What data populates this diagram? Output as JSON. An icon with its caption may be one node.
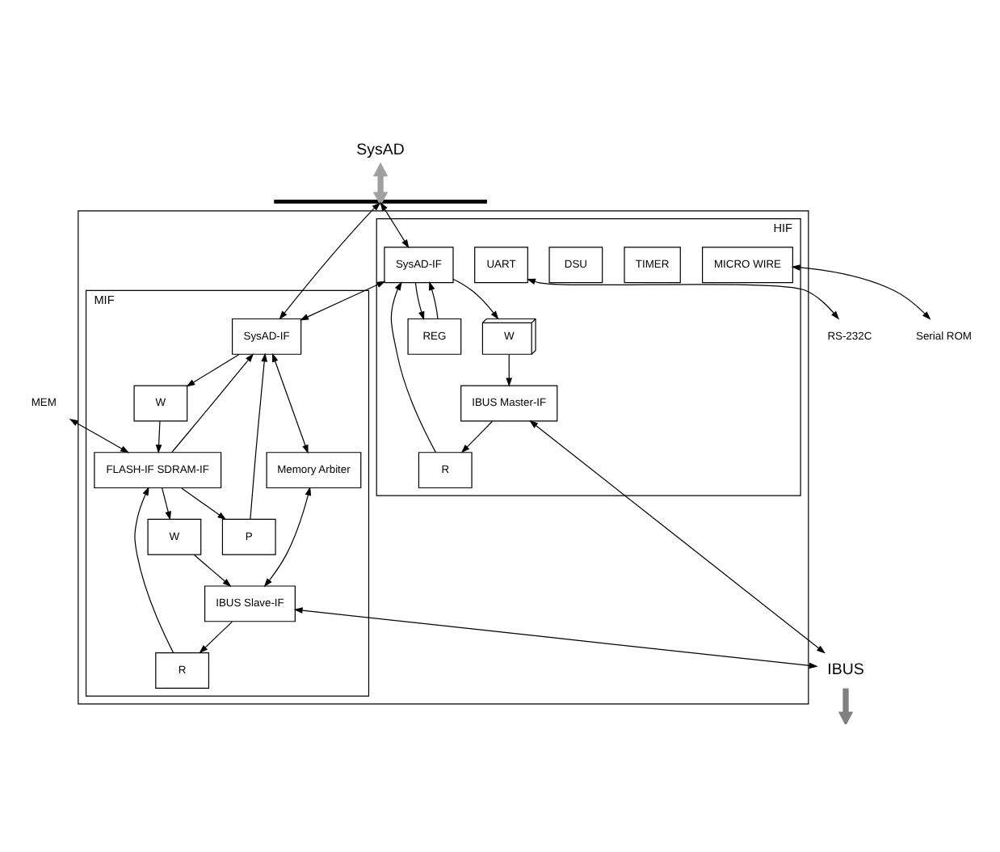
{
  "diagram": {
    "nodes": [
      {
        "text": [
          "SysAD"
        ]
      },
      {
        "text": [],
        "shape": "bar"
      },
      {
        "text": [],
        "shape": "box"
      },
      {
        "text": [
          "MIF"
        ],
        "in": 2
      },
      {
        "text": [
          "SysAD-IF"
        ],
        "in": 3
      },
      {
        "text": [
          "P"
        ],
        "in": 3
      },
      {
        "text": [
          "W"
        ],
        "in": 3
      },
      {
        "text": [
          "FLASH-IF SDRAM-IF"
        ],
        "in": 3
      },
      {
        "text": [
          "Memory Arbiter"
        ],
        "in": 3
      },
      {
        "text": [
          "R"
        ],
        "in": 3
      },
      {
        "text": [
          "W"
        ],
        "in": 3
      },
      {
        "text": [
          "IBUS Slave-IF"
        ],
        "in": 3
      },
      {
        "text": [
          "HIF"
        ],
        "in": 2
      },
      {
        "text": [
          "SysAD-IF"
        ],
        "in": 12
      },
      {
        "text": [
          "W"
        ],
        "in": 12
      },
      {
        "text": [
          "REG"
        ],
        "in": 12
      },
      {
        "text": [
          "TIMER"
        ],
        "in": 12
      },
      {
        "text": [
          "DSU"
        ],
        "in": 12
      },
      {
        "text": [
          "UART"
        ],
        "in": 12
      },
      {
        "text": [
          "MICRO WIRE"
        ],
        "in": 12
      },
      {
        "text": [
          "R"
        ],
        "in": 12
      },
      {
        "text": [
          "IBUS Master-IF"
        ],
        "in": 12
      },
      {
        "text": [
          "MEM"
        ]
      },
      {
        "text": [
          "RS-232C"
        ]
      },
      {
        "text": [
          "Serial ROM"
        ]
      },
      {
        "text": [
          "IBUS"
        ]
      }
    ],
    "edges": [
      {
        "from": 0,
        "to": 1,
        "arrow": "both",
        "style": "thick",
        "color": "#a0a0a0"
      },
      {
        "from": 1,
        "to": 4,
        "arrow": "both"
      },
      {
        "from": 1,
        "to": 13,
        "arrow": "both"
      },
      {
        "from": 13,
        "to": 4,
        "arrow": "both"
      },
      {
        "from": 7,
        "to": 5,
        "arrow": "to"
      },
      {
        "from": 5,
        "to": 4,
        "arrow": "to"
      },
      {
        "from": 7,
        "to": 4,
        "arrow": "to"
      },
      {
        "from": 4,
        "to": 6,
        "arrow": "to"
      },
      {
        "from": 6,
        "to": 7,
        "arrow": "to"
      },
      {
        "from": 4,
        "to": 8,
        "arrow": "both"
      },
      {
        "from": 22,
        "to": 7,
        "arrow": "both"
      },
      {
        "from": 9,
        "to": 7,
        "arrow": "to"
      },
      {
        "from": 11,
        "to": 9,
        "arrow": "to"
      },
      {
        "from": 7,
        "to": 10,
        "arrow": "to"
      },
      {
        "from": 10,
        "to": 11,
        "arrow": "to"
      },
      {
        "from": 8,
        "to": 11,
        "arrow": "both"
      },
      {
        "from": 11,
        "to": 25,
        "arrow": "both"
      },
      {
        "from": 13,
        "to": 14,
        "arrow": "to"
      },
      {
        "from": 13,
        "to": 15,
        "arrow": "to"
      },
      {
        "from": 14,
        "to": 21,
        "arrow": "to"
      },
      {
        "from": 21,
        "to": 20,
        "arrow": "to"
      },
      {
        "from": 20,
        "to": 13,
        "arrow": "to"
      },
      {
        "from": 15,
        "to": 13,
        "arrow": "to"
      },
      {
        "from": 18,
        "to": 23,
        "arrow": "both"
      },
      {
        "from": 19,
        "to": 24,
        "arrow": "both"
      },
      {
        "from": 21,
        "to": 25,
        "arrow": "both"
      },
      {
        "from": 25,
        "to": null,
        "arrow": "to",
        "style": "thick",
        "color": "#808080"
      }
    ]
  }
}
